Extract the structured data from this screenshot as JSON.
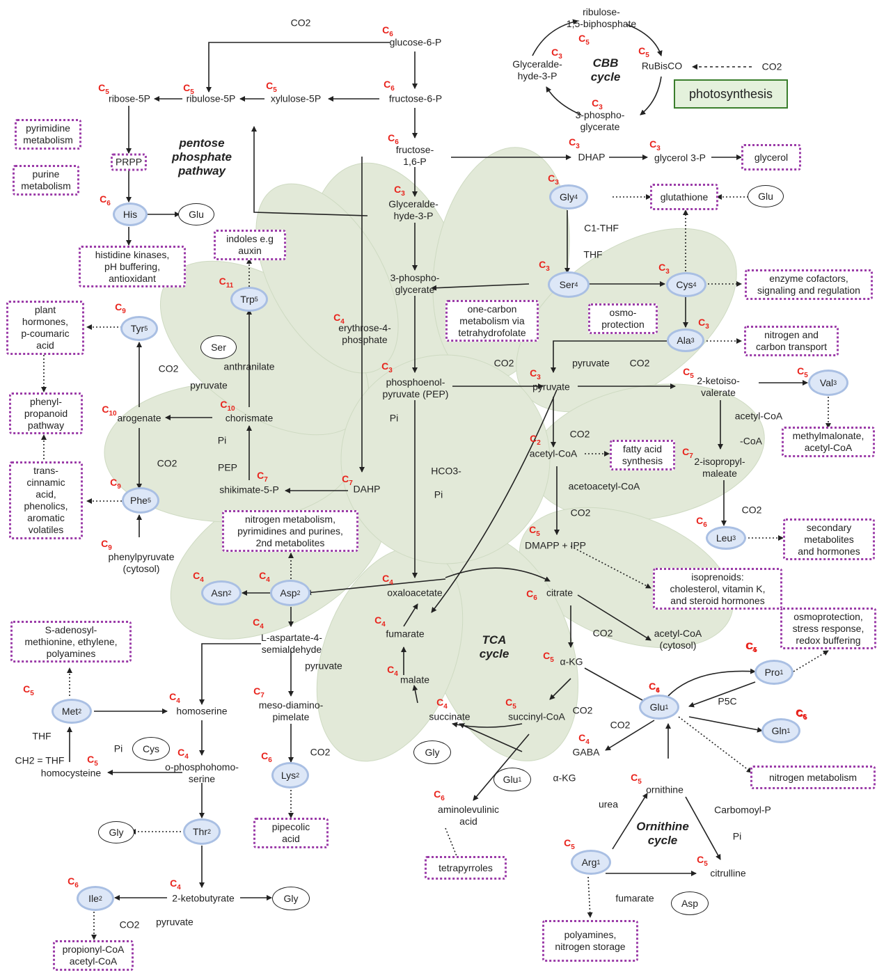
{
  "cycles": {
    "cbb": "CBB\ncycle",
    "ppp": "pentose\nphosphate\npathway",
    "tca": "TCA\ncycle",
    "ornithine": "Ornithine\ncycle"
  },
  "photosynthesis": "photosynthesis",
  "metabolites": {
    "co2_top": "CO2",
    "glucose6p": "glucose-6-P",
    "fructose6p": "fructose-6-P",
    "ribose5p": "ribose-5P",
    "ribulose5p": "ribulose-5P",
    "xylulose5p": "xylulose-5P",
    "prpp": "PRPP",
    "fructose16p": "fructose-\n1,6-P",
    "gap_ppp": "Glyceralde-\nhyde-3-P",
    "gap_cbb": "Glyceralde-\nhyde-3-P",
    "rubp": "ribulose-\n1,5-biphosphate",
    "rubisco": "RuBisCO",
    "co2_rubisco": "CO2",
    "pga_cbb": "3-phospho-\nglycerate",
    "dhap": "DHAP",
    "glycerol3p": "glycerol 3-P",
    "pga_main": "3-phospho-\nglycerate",
    "c1thf": "C1-THF",
    "thf_ser": "THF",
    "e4p": "erythrose-4-\nphosphate",
    "pep": "phosphoenol-\npyruvate (PEP)",
    "pi_pep": "Pi",
    "co2_pep": "CO2",
    "pyruvate_main": "pyruvate",
    "pyruvate_val": "pyruvate",
    "co2_val": "CO2",
    "ketoisovalerate": "2-ketoiso-\nvalerate",
    "acetylcoa_leu": "acetyl-CoA",
    "coa_leu": "-CoA",
    "isopropylmaleate": "2-isopropyl-\nmaleate",
    "co2_leu": "CO2",
    "co2_acetyl": "CO2",
    "acetylcoa": "acetyl-CoA",
    "acetoacetylcoa": "acetoacetyl-CoA",
    "co2_acetoacetyl": "CO2",
    "dmapp": "DMAPP + IPP",
    "hco3": "HCO3-",
    "pi_hco3": "Pi",
    "dahp": "DAHP",
    "shikimate": "shikimate-5-P",
    "pep_shik": "PEP",
    "pi_shik": "Pi",
    "chorismate": "chorismate",
    "pyruvate_anth": "pyruvate",
    "anthranilate": "anthranilate",
    "arogenate": "arogenate",
    "co2_arog1": "CO2",
    "co2_arog2": "CO2",
    "phenylpyruvate": "phenylpyruvate\n(cytosol)",
    "oxaloacetate": "oxaloacetate",
    "citrate": "citrate",
    "co2_citrate": "CO2",
    "acetylcoa_cytosol": "acetyl-CoA\n(cytosol)",
    "akg": "α-KG",
    "co2_akg": "CO2",
    "succinylcoa": "succinyl-CoA",
    "succinate": "succinate",
    "malate": "malate",
    "fumarate_tca": "fumarate",
    "gaba": "GABA",
    "akg_gaba": "α-KG",
    "aminolevulinic": "aminolevulinic\nacid",
    "asp4sa": "L-aspartate-4-\nsemialdehyde",
    "pyruvate_lys": "pyruvate",
    "diaminopimelate": "meso-diamino-\npimelate",
    "co2_lys": "CO2",
    "homoserine": "homoserine",
    "ophosphohomoserine": "o-phosphohomo-\nserine",
    "pi_cys": "Pi",
    "homocysteine": "homocysteine",
    "thf_met": "THF",
    "ch2thf": "CH2 = THF",
    "ketobutyrate": "2-ketobutyrate",
    "co2_ile": "CO2",
    "pyruvate_ile": "pyruvate",
    "p5c": "P5C",
    "co2_glu": "CO2",
    "ornithine": "ornithine",
    "urea": "urea",
    "carbomoylp": "Carbomoyl-P",
    "pi_orn": "Pi",
    "citrulline": "citrulline",
    "fumarate_orn": "fumarate"
  },
  "amino_acids": {
    "his": "His",
    "gly": "Gly",
    "gly_sup": "4",
    "ser": "Ser",
    "ser_sup": "4",
    "cys": "Cys",
    "cys_sup": "4",
    "ala": "Ala",
    "ala_sup": "3",
    "trp": "Trp",
    "trp_sup": "5",
    "tyr": "Tyr",
    "tyr_sup": "5",
    "phe": "Phe",
    "phe_sup": "5",
    "val": "Val",
    "val_sup": "3",
    "leu": "Leu",
    "leu_sup": "3",
    "asn": "Asn",
    "asn_sup": "2",
    "asp": "Asp",
    "asp_sup": "2",
    "met": "Met",
    "met_sup": "2",
    "lys": "Lys",
    "lys_sup": "2",
    "thr": "Thr",
    "thr_sup": "2",
    "ile": "Ile",
    "ile_sup": "2",
    "pro": "Pro",
    "pro_sup": "1",
    "glu": "Glu",
    "glu_sup": "1",
    "gln": "Gln",
    "gln_sup": "1",
    "arg": "Arg",
    "arg_sup": "1"
  },
  "other_ovals": {
    "glu_his": "Glu",
    "glu_gly": "Glu",
    "ser_trp": "Ser",
    "cys_met": "Cys",
    "gly_tca": "Gly",
    "glu1_gaba": "Glu",
    "glu1_gaba_sup": "1",
    "gly_thr": "Gly",
    "gly_ile": "Gly",
    "asp_orn": "Asp"
  },
  "products": {
    "pyrimidine": "pyrimidine\nmetabolism",
    "purine": "purine\nmetabolism",
    "histidine": "histidine kinases,\npH buffering,\nantioxidant",
    "indoles": "indoles e.g\nauxin",
    "plant_hormones": "plant\nhormones,\np-coumaric\nacid",
    "phenylpropanoid": "phenyl-\npropanoid\npathway",
    "transcinnamic": "trans-\ncinnamic\nacid,\nphenolics,\naromatic\nvolatiles",
    "glycerol": "glycerol",
    "glutathione": "glutathione",
    "enzyme": "enzyme cofactors,\nsignaling and regulation",
    "onecarbon": "one-carbon\nmetabolism via\ntetrahydrofolate",
    "osmo": "osmo-\nprotection",
    "nitro_carbon": "nitrogen and\ncarbon transport",
    "methylmalonate": "methylmalonate,\nacetyl-CoA",
    "fatty": "fatty acid\nsynthesis",
    "secondary": "secondary\nmetabolites\nand hormones",
    "isoprenoids": "isoprenoids:\ncholesterol, vitamin K,\nand steroid hormones",
    "nitrogen_pyr": "nitrogen metabolism,\npyrimidines and purines,\n2nd metabolites",
    "sam": "S-adenosyl-\nmethionine, ethylene,\npolyamines",
    "osmo_stress": "osmoprotection,\nstress response,\nredox buffering",
    "nitrogen_met": "nitrogen metabolism",
    "pipecolic": "pipecolic\nacid",
    "tetrapyrroles": "tetrapyrroles",
    "propionyl": "propionyl-CoA\nacetyl-CoA",
    "polyamines": "polyamines,\nnitrogen storage"
  },
  "carbon_labels": [
    "C6",
    "C6",
    "C5",
    "C5",
    "C5",
    "C5",
    "C3",
    "C5",
    "C3",
    "C6",
    "C3",
    "C3",
    "C3",
    "C6",
    "C3",
    "C3",
    "C3",
    "C4",
    "C3",
    "C3",
    "C3",
    "C5",
    "C5",
    "C7",
    "C6",
    "C11",
    "C9",
    "C10",
    "C10",
    "C7",
    "C7",
    "C9",
    "C9",
    "C2",
    "C5",
    "C4",
    "C4",
    "C4",
    "C6",
    "C4",
    "C5",
    "C4",
    "C4",
    "C4",
    "C5",
    "C4",
    "C4",
    "C5",
    "C5",
    "C4",
    "C7",
    "C6",
    "C4",
    "C5",
    "C4",
    "C6",
    "C4",
    "C6",
    "C5",
    "C5",
    "C5",
    "C5",
    "C6",
    "C6"
  ],
  "colors": {
    "carbon_label": "#e8231c",
    "aa_fill": "#dde7f7",
    "aa_border": "#a9bfe3",
    "product_border": "#9b3ba8",
    "photosynthesis_fill": "#e4f1dc",
    "photosynthesis_border": "#3a7e2c",
    "leaf": "#dfe7d4"
  }
}
